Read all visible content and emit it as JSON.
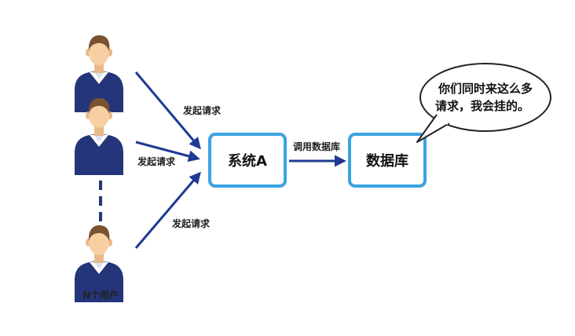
{
  "users_label": "N个用户",
  "arrow_labels": {
    "top": "发起请求",
    "middle": "发起请求",
    "bottom": "发起请求",
    "call": "调用数据库"
  },
  "system_box": {
    "label": "系统A"
  },
  "database_box": {
    "label": "数据库"
  },
  "speech_bubble": {
    "line1": "你们同时来这么多",
    "line2": "请求，我会挂的。"
  },
  "colors": {
    "arrow": "#1f3a93",
    "box_border": "#3aa3e3",
    "shirt": "#24357a",
    "skin": "#f7cfa3",
    "hair": "#7a5230"
  }
}
